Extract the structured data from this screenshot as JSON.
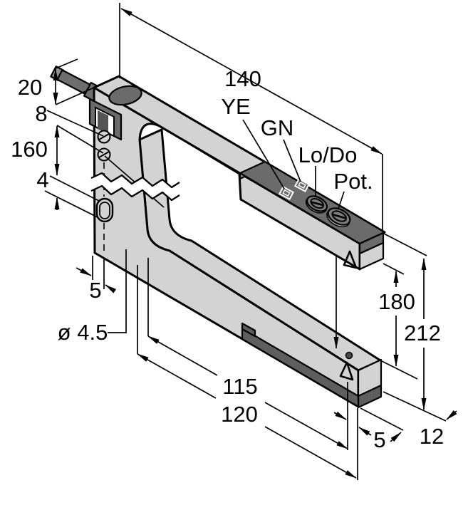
{
  "drawing": {
    "dims": {
      "length_top": "140",
      "cable_height": "20",
      "screw_gap": "8",
      "body_length": "160",
      "slot_width": "4",
      "offset_left": "5",
      "hole_diameter": "ø 4.5",
      "arm_inner": "115",
      "arm_outer": "120",
      "gap_height": "180",
      "total_height": "212",
      "offset_end": "5",
      "width": "12"
    },
    "labels": {
      "led_yellow": "YE",
      "led_green": "GN",
      "adjust_light_dark": "Lo/Do",
      "adjust_pot": "Pot."
    },
    "colors": {
      "body_gray": "#d3d3d3",
      "dark_gray": "#6b6b6b",
      "step_gray": "#969696",
      "outline": "#000000",
      "background": "#ffffff"
    }
  }
}
